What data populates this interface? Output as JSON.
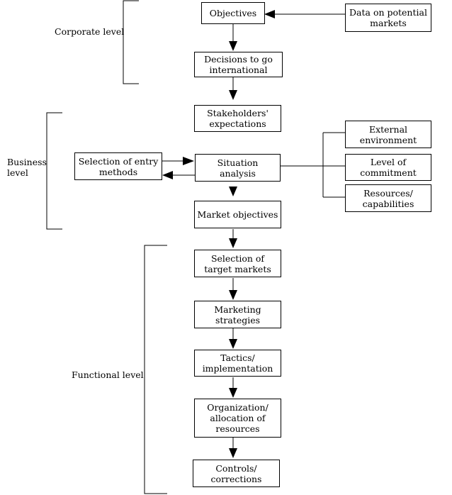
{
  "levels": {
    "corporate": "Corporate level",
    "business": "Business\nlevel",
    "functional": "Functional level"
  },
  "boxes": {
    "objectives": "Objectives",
    "data_markets": "Data on potential\nmarkets",
    "decisions_international": "Decisions to go\ninternational",
    "stakeholders": "Stakeholders'\nexpectations",
    "external_environment": "External\nenvironment",
    "entry_methods": "Selection of entry\nmethods",
    "situation_analysis": "Situation\nanalysis",
    "level_commitment": "Level of\ncommitment",
    "resources": "Resources/\ncapabilities",
    "market_objectives": "Market objectives",
    "target_markets": "Selection of\ntarget markets",
    "marketing_strategies": "Marketing\nstrategies",
    "tactics": "Tactics/\nimplementation",
    "organization": "Organization/\nallocation of\nresources",
    "controls": "Controls/\ncorrections"
  }
}
